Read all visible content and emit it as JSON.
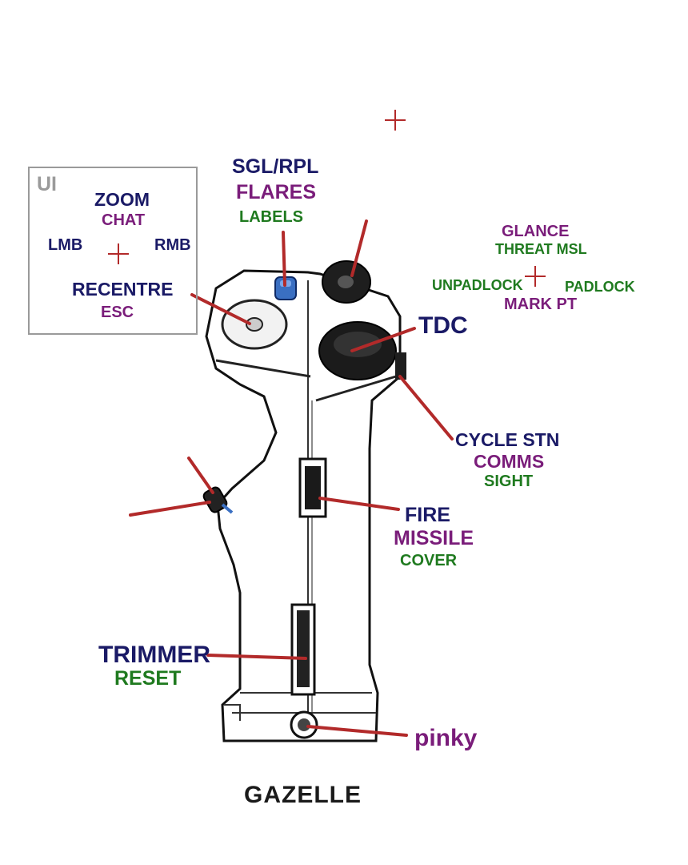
{
  "colors": {
    "primary_label": "#1a1a66",
    "secondary_label": "#7a1d7a",
    "tertiary_label": "#1f7a1f",
    "leader_line": "#b22a2a",
    "ui_box": "#9a9a9a"
  },
  "ui_box": {
    "title": "UI",
    "zoom": "ZOOM",
    "chat": "CHAT",
    "lmb": "LMB",
    "rmb": "RMB",
    "recentre": "RECENTRE",
    "esc": "ESC"
  },
  "sgl_button": {
    "primary": "SGL/RPL",
    "secondary": "FLARES",
    "tertiary": "LABELS"
  },
  "hat_switch": {
    "glance": "GLANCE",
    "threat_msl": "THREAT MSL",
    "unpadlock": "UNPADLOCK",
    "padlock": "PADLOCK",
    "mark_pt": "MARK PT"
  },
  "tdc": {
    "primary": "TDC"
  },
  "cycle_stn": {
    "primary": "CYCLE STN",
    "secondary": "COMMS",
    "tertiary": "SIGHT"
  },
  "fire": {
    "primary": "FIRE",
    "secondary": "MISSILE",
    "tertiary": "COVER"
  },
  "trimmer": {
    "primary": "TRIMMER",
    "secondary": "RESET"
  },
  "pinky": {
    "primary": "pinky"
  },
  "footer": {
    "title": "GAZELLE"
  }
}
